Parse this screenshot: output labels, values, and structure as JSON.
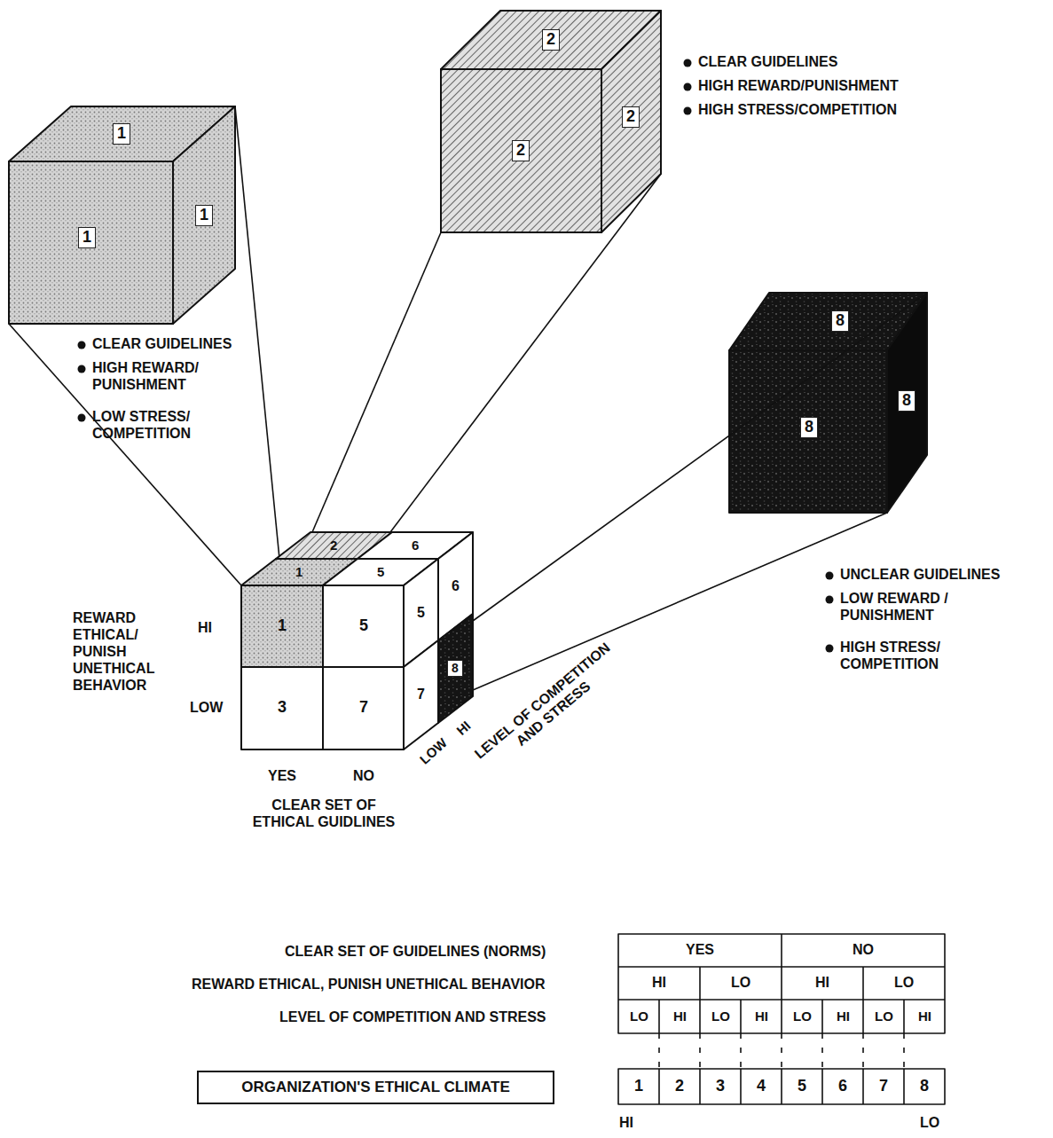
{
  "diagram": {
    "nodes": [
      {
        "text": [
          "ORGANIZATION'S ETHICAL CLIMATE"
        ]
      }
    ],
    "labels": [
      "1",
      "1",
      "1",
      "CLEAR GUIDELINES",
      "HIGH REWARD/ PUNISHMENT",
      "LOW STRESS/ COMPETITION",
      "2",
      "2",
      "2",
      "CLEAR GUIDELINES",
      "HIGH REWARD/PUNISHMENT",
      "HIGH STRESS/COMPETITION",
      "8",
      "8",
      "8",
      "UNCLEAR GUIDELINES",
      "LOW REWARD / PUNISHMENT",
      "HIGH STRESS/ COMPETITION",
      "1",
      "2",
      "5",
      "6",
      "1",
      "5",
      "3",
      "7",
      "5",
      "6",
      "7",
      "8",
      "REWARD ETHICAL/ PUNISH UNETHICAL BEHAVIOR",
      "HI",
      "LOW",
      "YES",
      "NO",
      "CLEAR SET OF ETHICAL GUIDLINES",
      "LOW",
      "HI",
      "LEVEL OF COMPETITION AND STRESS",
      "CLEAR SET OF GUIDELINES (NORMS)",
      "REWARD ETHICAL, PUNISH UNETHICAL BEHAVIOR",
      "LEVEL OF COMPETITION AND STRESS",
      "YES",
      "NO",
      "HI",
      "LO",
      "HI",
      "LO",
      "LO",
      "HI",
      "LO",
      "HI",
      "LO",
      "HI",
      "LO",
      "HI",
      "1",
      "2",
      "3",
      "4",
      "5",
      "6",
      "7",
      "8",
      "HI",
      "LO"
    ]
  }
}
